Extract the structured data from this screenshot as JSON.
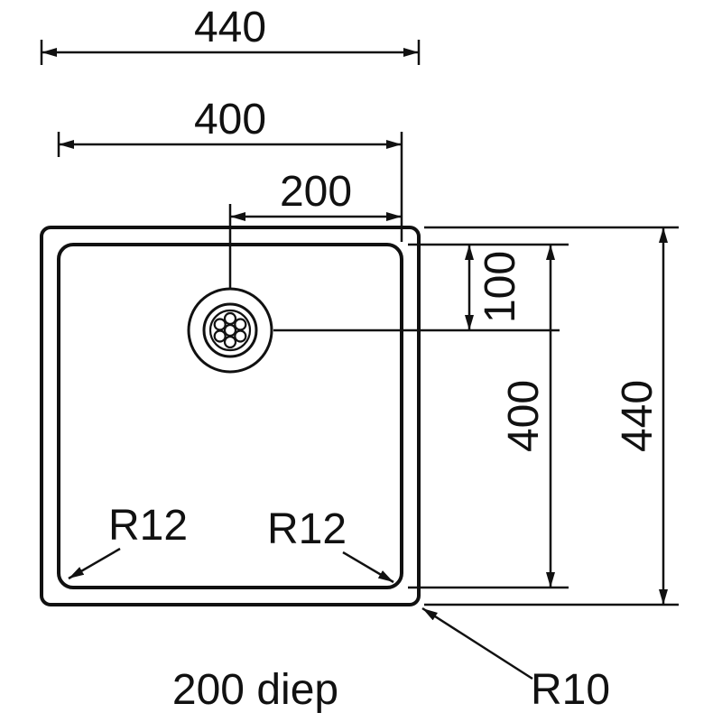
{
  "drawing": {
    "background": "#ffffff",
    "line_color": "#111111",
    "subject": "sink-top-view-dimension-drawing",
    "labels": {
      "outer_width": "440",
      "bowl_width": "400",
      "drain_offset_x": "200",
      "drain_offset_y": "100",
      "bowl_height": "400",
      "outer_height": "440",
      "bowl_corner_radius_left": "R12",
      "bowl_corner_radius_right": "R12",
      "outer_corner_radius": "R10",
      "depth_note": "200 diep"
    }
  }
}
